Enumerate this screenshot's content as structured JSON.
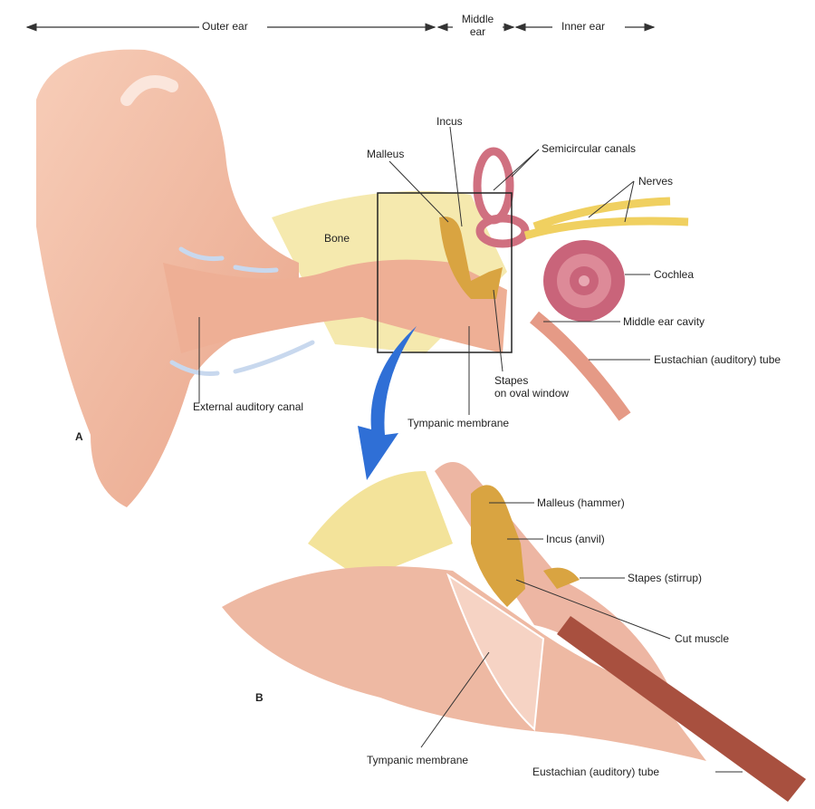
{
  "regions": {
    "outer_ear": "Outer ear",
    "middle_ear_line1": "Middle",
    "middle_ear_line2": "ear",
    "inner_ear": "Inner ear"
  },
  "panel_a": {
    "letter": "A",
    "labels": {
      "incus": "Incus",
      "malleus": "Malleus",
      "semicircular_canals": "Semicircular canals",
      "nerves": "Nerves",
      "bone": "Bone",
      "cochlea": "Cochlea",
      "middle_ear_cavity": "Middle ear cavity",
      "eustachian_tube": "Eustachian (auditory) tube",
      "stapes_line1": "Stapes",
      "stapes_line2": "on oval window",
      "external_auditory_canal": "External auditory canal",
      "tympanic_membrane": "Tympanic membrane"
    }
  },
  "panel_b": {
    "letter": "B",
    "labels": {
      "malleus": "Malleus (hammer)",
      "incus": "Incus (anvil)",
      "stapes": "Stapes (stirrup)",
      "cut_muscle": "Cut muscle",
      "tympanic_membrane": "Tympanic membrane",
      "eustachian_tube": "Eustachian (auditory) tube"
    }
  },
  "colors": {
    "skin": "#f2b9a0",
    "bone": "#f3e39a",
    "ossicle": "#d9a441",
    "arrow": "#2f6fd6",
    "cochlea": "#c9647a"
  }
}
